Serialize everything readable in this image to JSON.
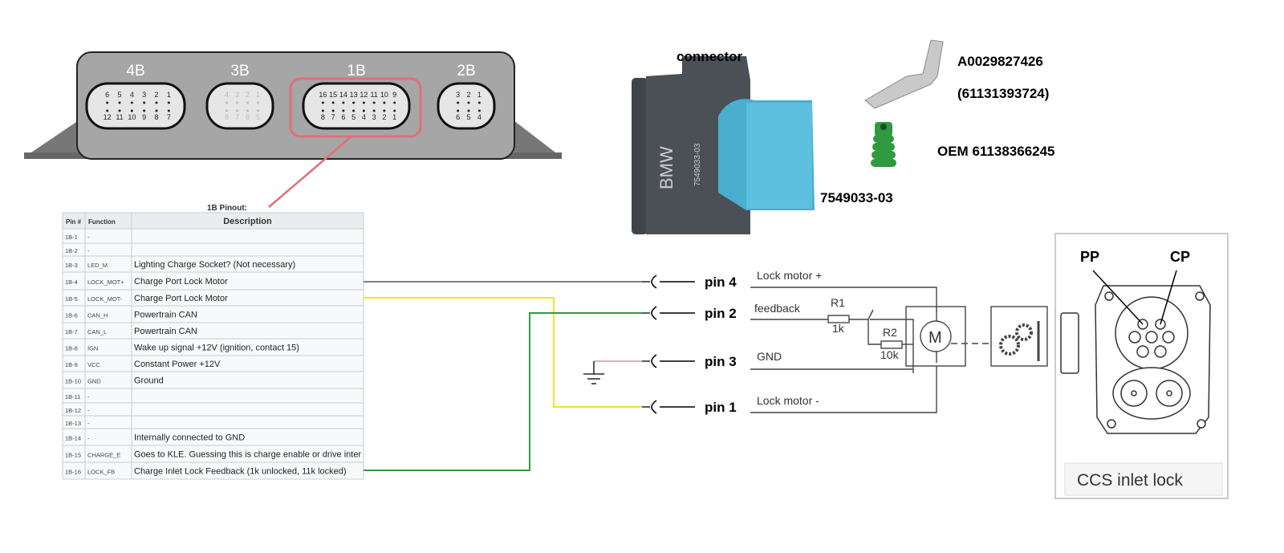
{
  "module": {
    "connectors": [
      {
        "label": "4B",
        "top_pins": [
          "6",
          "5",
          "4",
          "3",
          "2",
          "1"
        ],
        "bottom_pins": [
          "12",
          "11",
          "10",
          "9",
          "8",
          "7"
        ]
      },
      {
        "label": "3B",
        "top_pins": [
          "4",
          "3",
          "2",
          "1"
        ],
        "bottom_pins": [
          "8",
          "7",
          "6",
          "5"
        ]
      },
      {
        "label": "1B",
        "top_pins": [
          "16",
          "15",
          "14",
          "13",
          "12",
          "11",
          "10",
          "9"
        ],
        "bottom_pins": [
          "8",
          "7",
          "6",
          "5",
          "4",
          "3",
          "2",
          "1"
        ],
        "highlighted": true
      },
      {
        "label": "2B",
        "top_pins": [
          "3",
          "2",
          "1"
        ],
        "bottom_pins": [
          "6",
          "5",
          "4"
        ]
      }
    ],
    "highlight_color": "#e07078"
  },
  "pinout": {
    "title": "1B Pinout:",
    "headers": [
      "Pin #",
      "Function",
      "Description"
    ],
    "rows": [
      [
        "1B-1",
        "-",
        ""
      ],
      [
        "1B-2",
        "-",
        ""
      ],
      [
        "1B-3",
        "LED_M",
        "Lighting Charge Socket? (Not necessary)"
      ],
      [
        "1B-4",
        "LOCK_MOT+",
        "Charge Port Lock Motor"
      ],
      [
        "1B-5",
        "LOCK_MOT-",
        "Charge Port Lock Motor"
      ],
      [
        "1B-6",
        "CAN_H",
        "Powertrain CAN"
      ],
      [
        "1B-7",
        "CAN_L",
        "Powertrain CAN"
      ],
      [
        "1B-8",
        "IGN",
        "Wake up signal +12V (ignition, contact 15)"
      ],
      [
        "1B-9",
        "VCC",
        "Constant Power +12V"
      ],
      [
        "1B-10",
        "GND",
        "Ground"
      ],
      [
        "1B-11",
        "-",
        ""
      ],
      [
        "1B-12",
        "-",
        ""
      ],
      [
        "1B-13",
        "-",
        ""
      ],
      [
        "1B-14",
        "-",
        "Internally connected to GND"
      ],
      [
        "1B-15",
        "CHARGE_E",
        "Goes to KLE. Guessing this is charge enable or drive inter"
      ],
      [
        "1B-16",
        "LOCK_FB",
        "Charge Inlet Lock Feedback (1k unlocked, 11k locked)"
      ]
    ]
  },
  "parts": {
    "connector_label": "connector",
    "connector_brand": "BMW",
    "connector_part_molded": "7549033-03",
    "connector_part": "7549033-03",
    "terminal_part": "A0029827426",
    "terminal_alt_part": "(61131393724)",
    "seal_part": "OEM 61138366245"
  },
  "wiring": {
    "pins": [
      "pin 4",
      "pin 2",
      "pin 3",
      "pin 1"
    ],
    "wire_colors": {
      "pin4": "#333333",
      "pin2": "#2e9a3e",
      "pin3": "#f0a8b8",
      "pin1": "#f2e230"
    }
  },
  "schematic": {
    "lock_motor_plus": "Lock motor +",
    "feedback": "feedback",
    "gnd": "GND",
    "lock_motor_minus": "Lock motor -",
    "r1": "R1",
    "r1_value": "1k",
    "r2": "R2",
    "r2_value": "10k",
    "motor": "M"
  },
  "inlet": {
    "pp": "PP",
    "cp": "CP",
    "caption": "CCS inlet lock"
  }
}
